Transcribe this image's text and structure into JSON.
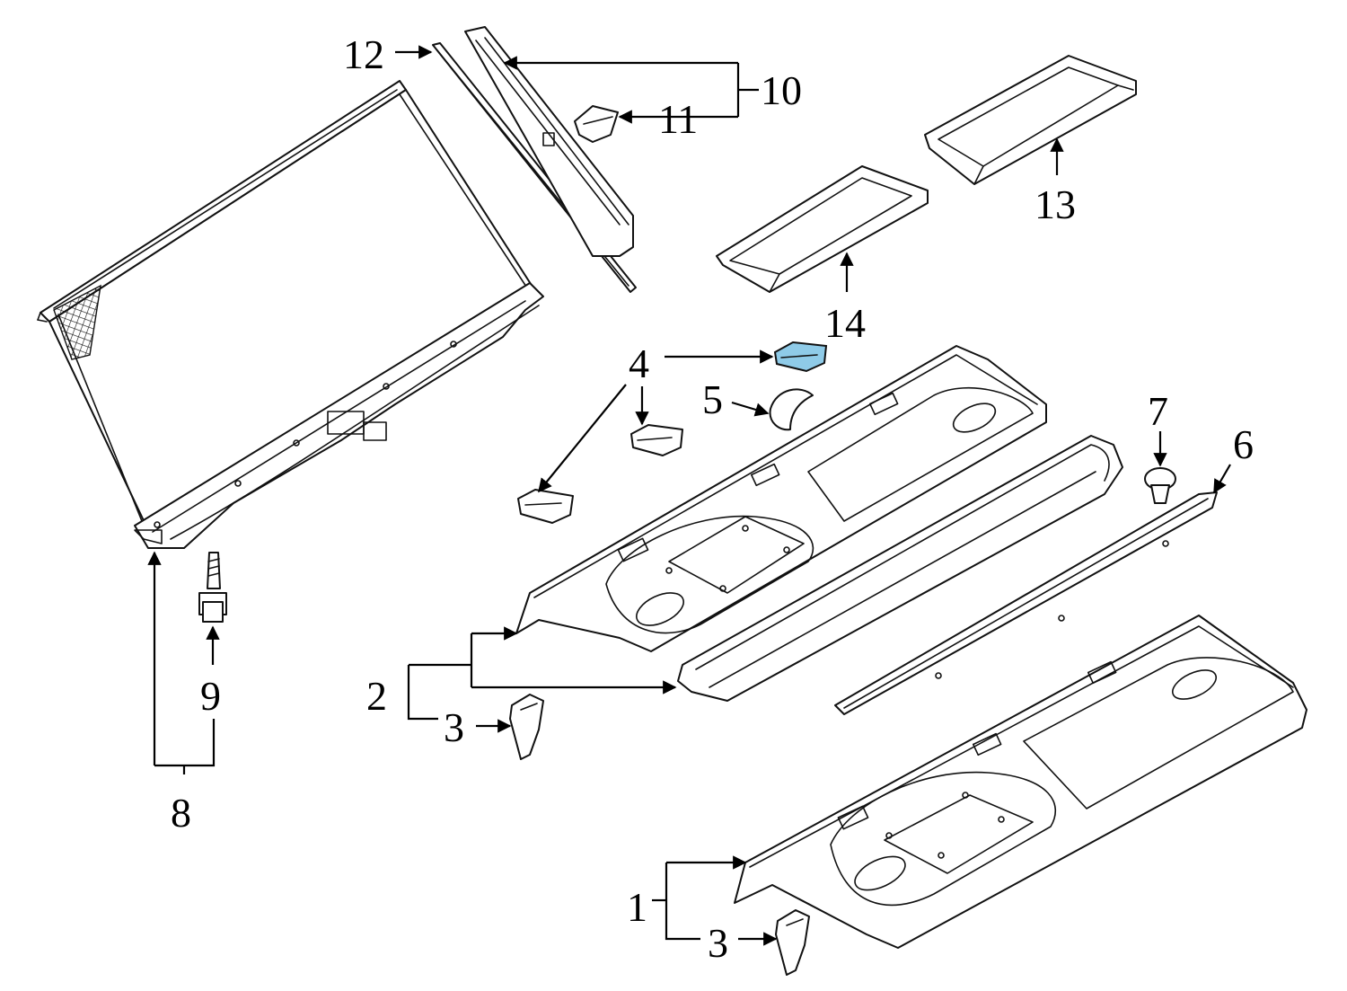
{
  "callouts": {
    "c1": "1",
    "c2": "2",
    "c3a": "3",
    "c3b": "3",
    "c4": "4",
    "c5": "5",
    "c6": "6",
    "c7": "7",
    "c8": "8",
    "c9": "9",
    "c10": "10",
    "c11": "11",
    "c12": "12",
    "c13": "13",
    "c14": "14"
  },
  "colors": {
    "highlight": "#8fcbe8",
    "line": "#111111"
  }
}
